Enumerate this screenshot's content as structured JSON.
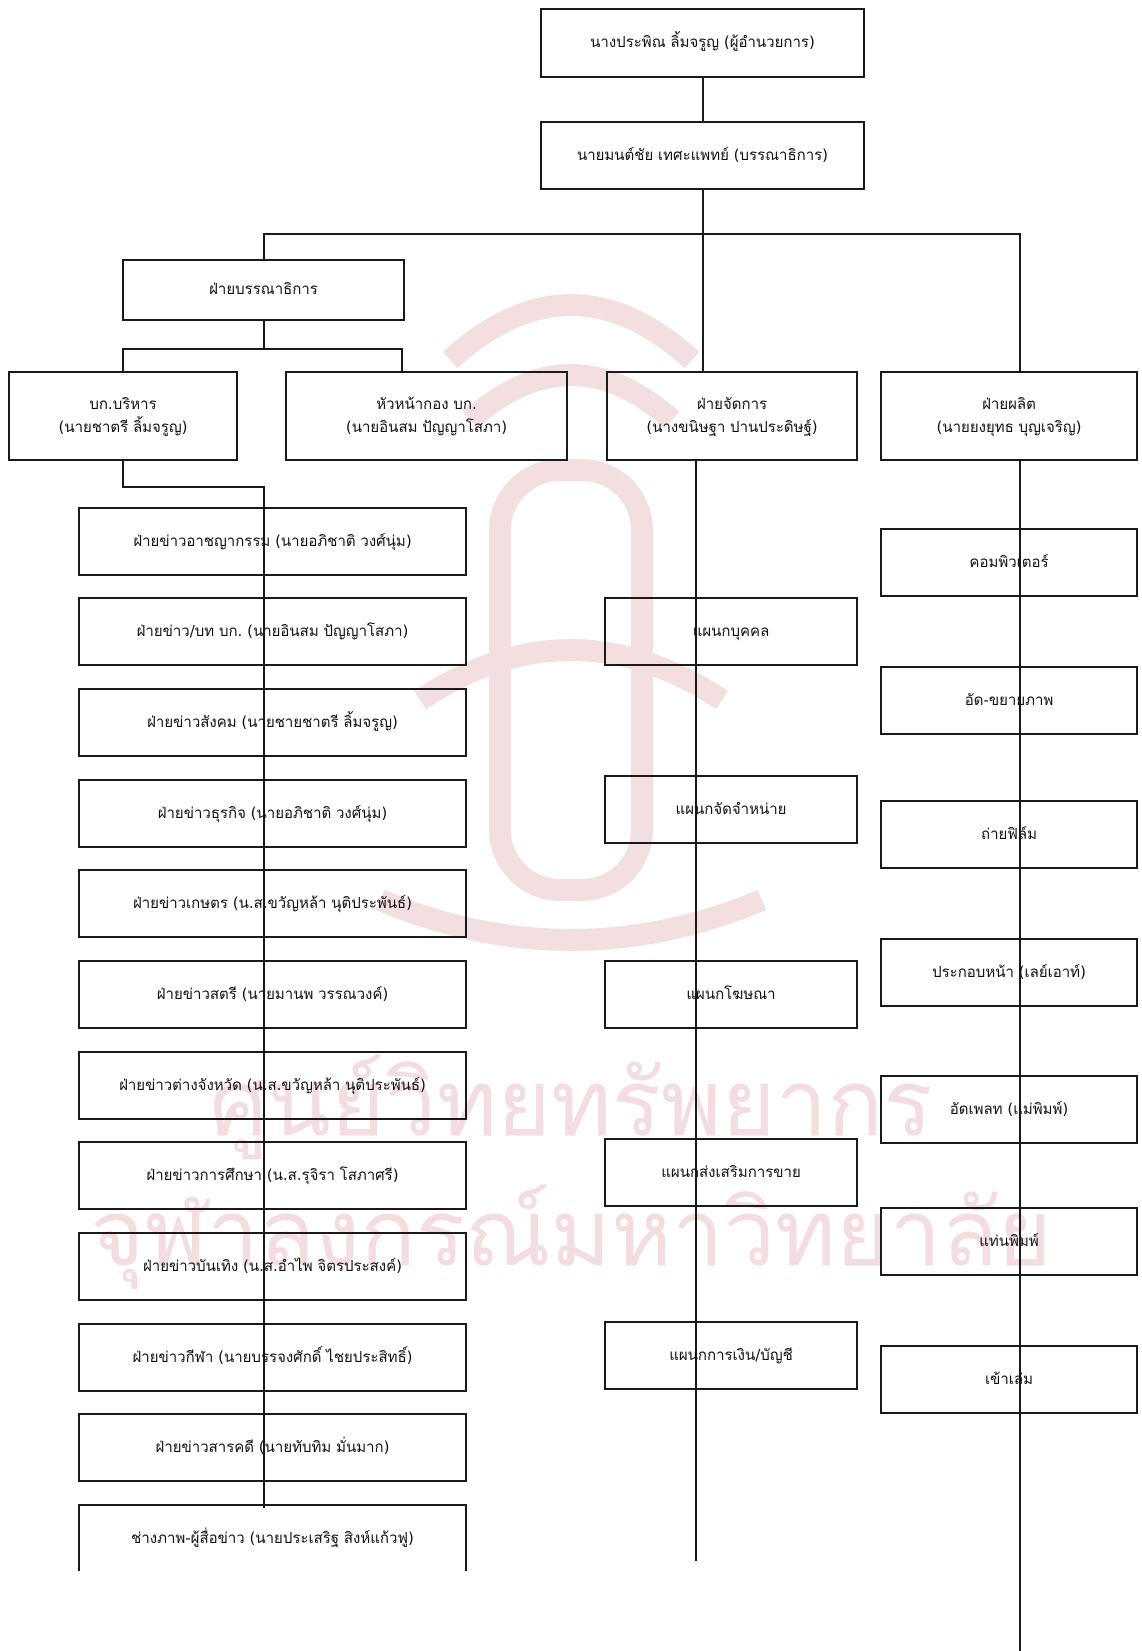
{
  "chart": {
    "top": {
      "director": "นางประพิณ  ลิ้มจรูญ (ผู้อำนวยการ)",
      "editor": "นายมนต์ชัย เทศะแพทย์ (บรรณาธิการ)"
    },
    "editorial_dept": {
      "title": "ฝ่ายบรรณาธิการ",
      "admin_editor": {
        "title": "บก.บริหาร",
        "person": "(นายชาตรี ลิ้มจรูญ)"
      },
      "chief_editor": {
        "title": "หัวหน้ากอง บก.",
        "person": "(นายอินสม ปัญญาโสภา)"
      },
      "desks": [
        "ฝ่ายข่าวอาชญากรรม (นายอภิชาติ วงศ์นุ่ม)",
        "ฝ่ายข่าว/บท บก. (นายอินสม ปัญญาโสภา)",
        "ฝ่ายข่าวสังคม (นายชายชาตรี ลิ้มจรูญ)",
        "ฝ่ายข่าวธุรกิจ (นายอภิชาติ วงศ์นุ่ม)",
        "ฝ่ายข่าวเกษตร (น.ส.ขวัญหล้า นุติประพันธ์)",
        "ฝ่ายข่าวสตรี (นายมานพ วรรณวงค์)",
        "ฝ่ายข่าวต่างจังหวัด (น.ส.ขวัญหล้า นุติประพันธ์)",
        "ฝ่ายข่าวการศึกษา (น.ส.รุจิรา โสภาศรี)",
        "ฝ่ายข่าวบันเทิง (น.ส.อำไพ จิตรประสงค์)",
        "ฝ่ายข่าวกีฬา (นายบรรจงศักดิ์ ไชยประสิทธิ์)",
        "ฝ่ายข่าวสารคดี (นายทับทิม มั่นมาก)",
        "ช่างภาพ-ผู้สื่อข่าว (นายประเสริฐ สิงห์แก้วฟู)"
      ]
    },
    "management_dept": {
      "title": "ฝ่ายจัดการ",
      "person": "(นางขนิษฐา ปานประดิษฐ์)",
      "units": [
        "แผนกบุคคล",
        "แผนกจัดจำหน่าย",
        "แผนกโฆษณา",
        "แผนกส่งเสริมการขาย",
        "แผนกการเงิน/บัญชี"
      ]
    },
    "production_dept": {
      "title": "ฝ่ายผลิต",
      "person": "(นายยงยุทธ บุญเจริญ)",
      "units": [
        "คอมพิวเตอร์",
        "อัด-ขยายภาพ",
        "ถ่ายฟิล์ม",
        "ประกอบหน้า (เลย์เอาท์)",
        "อัดเพลท (แม่พิมพ์)",
        "แท่นพิมพ์",
        "เข้าเล่ม"
      ]
    }
  },
  "watermark_text": [
    "ศูนย์วิทยทรัพยากร",
    "จุฬาลงกรณ์มหาวิทยาลัย"
  ],
  "colors": {
    "line": "#1a1a1a",
    "watermark": "#f0d0d4"
  }
}
